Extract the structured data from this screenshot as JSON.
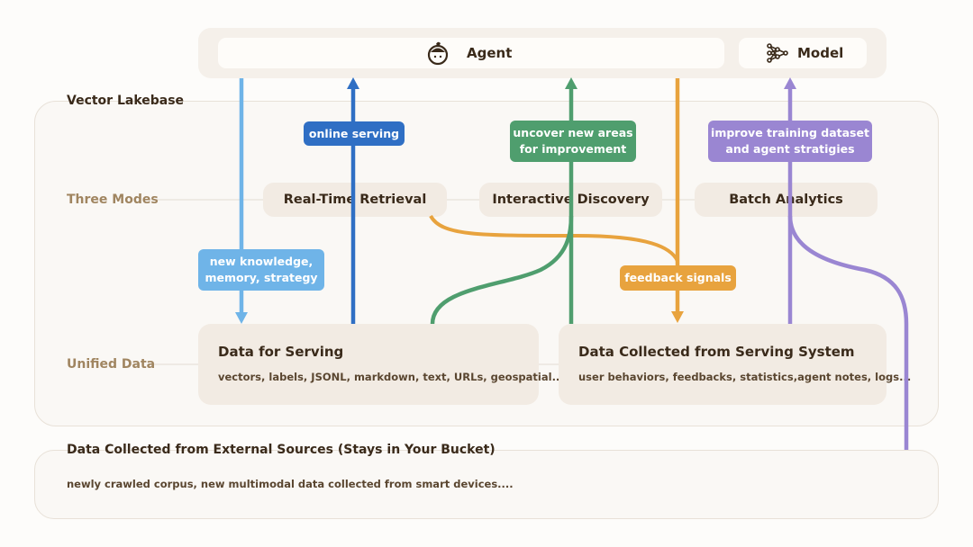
{
  "top_bar": {
    "agent_label": "Agent",
    "model_label": "Model"
  },
  "lakebase": {
    "title": "Vector Lakebase",
    "modes_label": "Three Modes",
    "modes": [
      "Real-Time Retrieval",
      "Interactive Discovery",
      "Batch Analytics"
    ],
    "unified_label": "Unified Data",
    "data_serving": {
      "title": "Data for Serving",
      "subtitle": "vectors, labels, JSONL, markdown, text, URLs, geospatial..."
    },
    "data_collected": {
      "title": "Data Collected from Serving System",
      "subtitle": "user behaviors, feedbacks, statistics,agent notes, logs..."
    }
  },
  "external": {
    "title": "Data Collected from External Sources (Stays in Your Bucket)",
    "subtitle": "newly crawled corpus, new multimodal data collected from smart devices...."
  },
  "tags": {
    "online_serving": "online serving",
    "uncover": "uncover new areas\nfor improvement",
    "improve": "improve training dataset\nand agent stratigies",
    "new_knowledge": "new knowledge,\nmemory, strategy",
    "feedback": "feedback signals"
  },
  "colors": {
    "light_blue": "#6fb4e8",
    "dark_blue": "#2f6fc4",
    "green": "#4f9e6e",
    "orange": "#e8a33e",
    "purple": "#9a86d2",
    "label_tan": "#a08560"
  },
  "icons": {
    "agent": "agent-face-icon",
    "model": "neural-network-icon"
  }
}
